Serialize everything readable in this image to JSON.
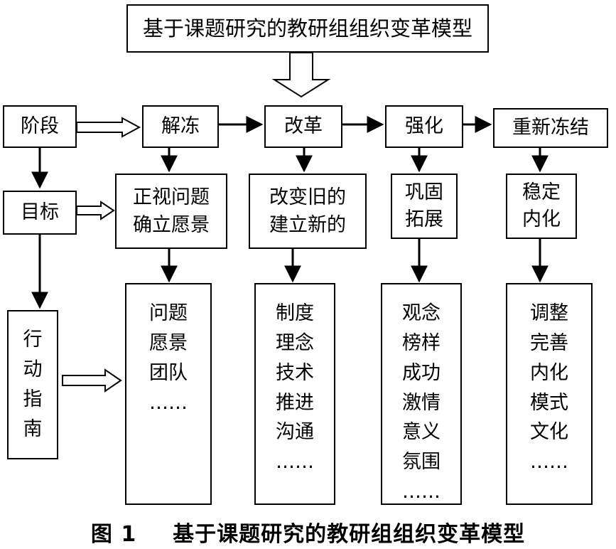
{
  "title": "基于课题研究的教研组组织变革模型",
  "row_labels": {
    "stage": "阶段",
    "goal": "目标",
    "action": "行动指南"
  },
  "stages": [
    "解冻",
    "改革",
    "强化",
    "重新冻结"
  ],
  "goals": [
    [
      "正视问题",
      "确立愿景"
    ],
    [
      "改变旧的",
      "建立新的"
    ],
    [
      "巩固",
      "拓展"
    ],
    [
      "稳定",
      "内化"
    ]
  ],
  "actions": [
    [
      "问题",
      "愿景",
      "团队",
      "……"
    ],
    [
      "制度",
      "理念",
      "技术",
      "推进",
      "沟通",
      "……"
    ],
    [
      "观念",
      "榜样",
      "成功",
      "激情",
      "意义",
      "氛围",
      "……"
    ],
    [
      "调整",
      "完善",
      "内化",
      "模式",
      "文化",
      "……"
    ]
  ],
  "caption": {
    "label": "图 1",
    "text": "基于课题研究的教研组组织变革模型"
  }
}
